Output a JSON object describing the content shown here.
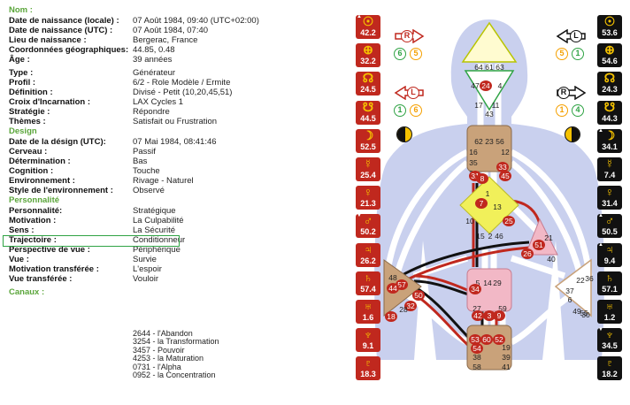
{
  "left_panel": {
    "nom_title": "Nom :",
    "personal": [
      {
        "k": "Date de naissance (locale) :",
        "v": "07 Août 1984, 09:40 (UTC+02:00)"
      },
      {
        "k": "Date de naissance (UTC) :",
        "v": "07 Août 1984, 07:40"
      },
      {
        "k": "Lieu de naissance :",
        "v": "Bergerac, France"
      },
      {
        "k": "Coordonnées géographiques:",
        "v": "44.85, 0.48"
      },
      {
        "k": "Âge :",
        "v": "39 années"
      }
    ],
    "type_rows": [
      {
        "k": "Type :",
        "v": "Générateur"
      },
      {
        "k": "Profil :",
        "v": "6/2 - Role Modèle / Ermite"
      },
      {
        "k": "Définition :",
        "v": "Divisé - Petit (10,20,45,51)"
      },
      {
        "k": "Croix d'Incarnation :",
        "v": "LAX Cycles 1"
      },
      {
        "k": "Stratégie :",
        "v": "Répondre"
      },
      {
        "k": "Thèmes :",
        "v": "Satisfait ou Frustration"
      }
    ],
    "design_title": "Design",
    "design_rows": [
      {
        "k": "Date de la désign (UTC):",
        "v": "07 Mai 1984, 08:41:46"
      },
      {
        "k": "Cerveau :",
        "v": "Passif"
      },
      {
        "k": "Détermination :",
        "v": "Bas"
      },
      {
        "k": "Cognition :",
        "v": "Touche"
      },
      {
        "k": "Environnement :",
        "v": "Rivage - Naturel"
      },
      {
        "k": "Style de l'environnement :",
        "v": "Observé"
      }
    ],
    "personality_title": "Personnalité",
    "personality_rows": [
      {
        "k": "Personnalité:",
        "v": "Stratégique"
      },
      {
        "k": "Motivation :",
        "v": "La Culpabilité"
      },
      {
        "k": "Sens :",
        "v": "La Sécurité"
      },
      {
        "k": "Trajectoire :",
        "v": "Conditionneur"
      },
      {
        "k": "Perspective de vue :",
        "v": "Périphérique"
      },
      {
        "k": "Vue :",
        "v": "Survie"
      },
      {
        "k": "Motivation transférée :",
        "v": "L'espoir"
      },
      {
        "k": "Vue transférée :",
        "v": "Vouloir"
      }
    ],
    "channels_title": "Canaux :",
    "channels": [
      "2644 - l'Abandon",
      "3254 - la Transformation",
      "3457 - Pouvoir",
      "4253 - la Maturation",
      "0731 - l'Alpha",
      "0952 - la Concentration"
    ]
  },
  "design_column": [
    {
      "glyph": "☉",
      "value": "42.2",
      "tri": "▲"
    },
    {
      "glyph": "⊕",
      "value": "32.2",
      "tri": ""
    },
    {
      "glyph": "☊",
      "value": "24.5",
      "tri": ""
    },
    {
      "glyph": "☋",
      "value": "44.5",
      "tri": ""
    },
    {
      "glyph": "☽",
      "value": "52.5",
      "tri": ""
    },
    {
      "glyph": "☿",
      "value": "25.4",
      "tri": ""
    },
    {
      "glyph": "♀",
      "value": "21.3",
      "tri": ""
    },
    {
      "glyph": "♂",
      "value": "50.2",
      "tri": "▼"
    },
    {
      "glyph": "♃",
      "value": "26.2",
      "tri": ""
    },
    {
      "glyph": "♄",
      "value": "57.4",
      "tri": ""
    },
    {
      "glyph": "♅",
      "value": "1.6",
      "tri": ""
    },
    {
      "glyph": "♆",
      "value": "9.1",
      "tri": ""
    },
    {
      "glyph": "♇",
      "value": "18.3",
      "tri": ""
    }
  ],
  "personality_column": [
    {
      "glyph": "☉",
      "value": "53.6",
      "tri": ""
    },
    {
      "glyph": "⊕",
      "value": "54.6",
      "tri": ""
    },
    {
      "glyph": "☊",
      "value": "24.3",
      "tri": ""
    },
    {
      "glyph": "☋",
      "value": "44.3",
      "tri": ""
    },
    {
      "glyph": "☽",
      "value": "34.1",
      "tri": "▲"
    },
    {
      "glyph": "☿",
      "value": "7.4",
      "tri": ""
    },
    {
      "glyph": "♀",
      "value": "31.4",
      "tri": ""
    },
    {
      "glyph": "♂",
      "value": "50.5",
      "tri": "▲"
    },
    {
      "glyph": "♃",
      "value": "9.4",
      "tri": "▲"
    },
    {
      "glyph": "♄",
      "value": "57.1",
      "tri": ""
    },
    {
      "glyph": "♅",
      "value": "1.2",
      "tri": ""
    },
    {
      "glyph": "♆",
      "value": "34.5",
      "tri": "▼"
    },
    {
      "glyph": "♇",
      "value": "18.2",
      "tri": ""
    }
  ],
  "variables": {
    "top_left": {
      "letter": "R",
      "c1": "6",
      "c2": "5"
    },
    "mid_left": {
      "letter": "L",
      "c1": "1",
      "c2": "6"
    },
    "top_right": {
      "letter": "L",
      "c1": "5",
      "c2": "1"
    },
    "mid_right": {
      "letter": "R",
      "c1": "1",
      "c2": "4"
    }
  },
  "centers": {
    "head": [
      "64",
      "61",
      "63"
    ],
    "ajna": [
      "47",
      "24",
      "4",
      "17",
      "11",
      "43"
    ],
    "throat": [
      "62",
      "23",
      "56",
      "16",
      "35",
      "20",
      "12",
      "31",
      "8",
      "33",
      "45"
    ],
    "g": [
      "1",
      "13",
      "7",
      "10",
      "25",
      "15",
      "2",
      "46"
    ],
    "ego": [
      "21",
      "51",
      "26",
      "40"
    ],
    "spleen": [
      "48",
      "57",
      "44",
      "50",
      "32",
      "28",
      "18"
    ],
    "sacral": [
      "5",
      "14",
      "29",
      "34",
      "27",
      "59",
      "42",
      "3",
      "9"
    ],
    "solar": [
      "36",
      "22",
      "37",
      "6",
      "49",
      "55",
      "30"
    ],
    "root": [
      "53",
      "60",
      "52",
      "54",
      "19",
      "38",
      "39",
      "58",
      "41"
    ]
  },
  "colors": {
    "design_red": "#c0281e",
    "personality_black": "#111111",
    "gold": "#f5c200",
    "defined_center": "#c9a27a",
    "body": "#c9d0ee"
  }
}
